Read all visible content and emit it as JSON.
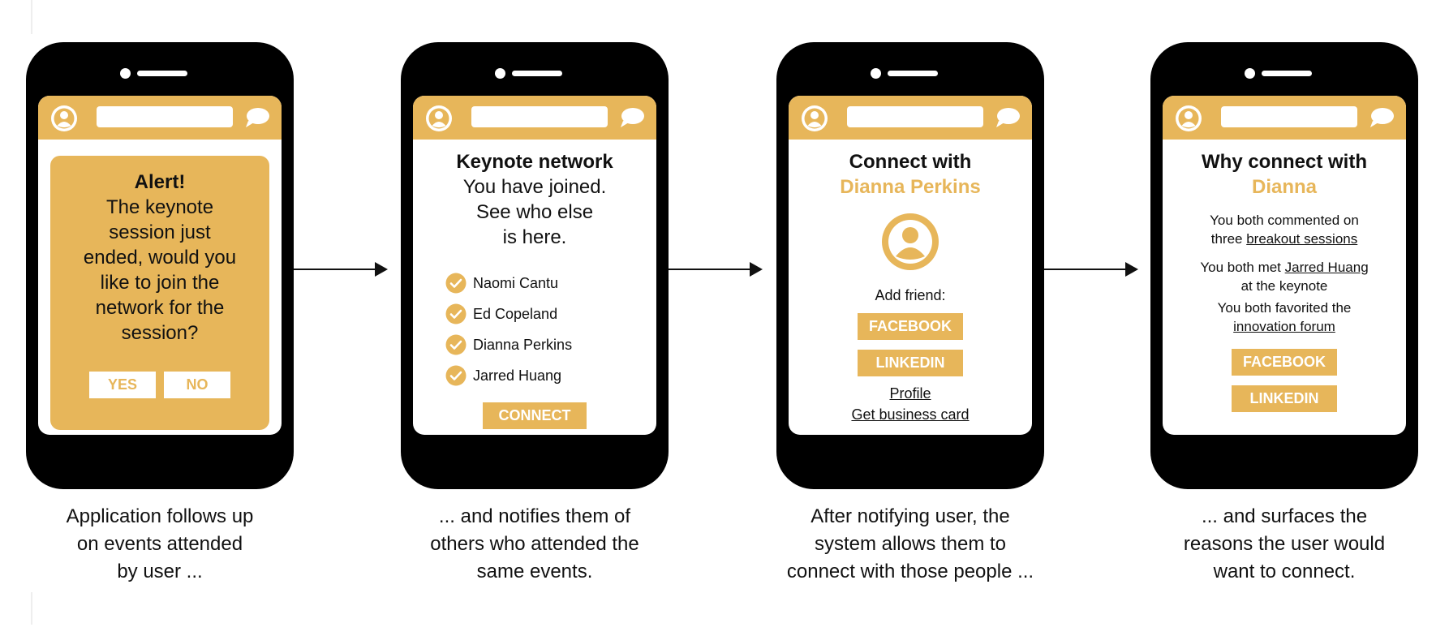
{
  "colors": {
    "accent": "#e7b65a",
    "frame": "#000000",
    "text": "#111111"
  },
  "icons": {
    "header_left": "user-avatar-icon",
    "header_right": "chat-bubble-icon",
    "list_item": "checkmark-circle-icon"
  },
  "phone1": {
    "alert_title": "Alert!",
    "alert_lines": [
      "The keynote",
      "session just",
      "ended, would you",
      "like to join the",
      "network for the",
      "session?"
    ],
    "yes_label": "YES",
    "no_label": "NO"
  },
  "phone2": {
    "title": "Keynote network",
    "sub_lines": [
      "You have joined.",
      "See who else",
      "is here."
    ],
    "people": [
      "Naomi Cantu",
      "Ed Copeland",
      "Dianna Perkins",
      "Jarred Huang"
    ],
    "connect_label": "CONNECT"
  },
  "phone3": {
    "title": "Connect with",
    "name": "Dianna Perkins",
    "add_friend_label": "Add friend:",
    "facebook_label": "FACEBOOK",
    "linkedin_label": "LINKEDIN",
    "profile_link": "Profile",
    "business_card_link": "Get business card"
  },
  "phone4": {
    "title": "Why connect with",
    "name": "Dianna",
    "reason1": {
      "line1": "You both commented on",
      "line2_pre": "three ",
      "line2_link": "breakout sessions"
    },
    "reason2": {
      "line1_pre": "You both met ",
      "line1_link": "Jarred Huang",
      "line2": "at the keynote"
    },
    "reason3": {
      "line1": "You both favorited the",
      "line2_link": "innovation forum"
    },
    "facebook_label": "FACEBOOK",
    "linkedin_label": "LINKEDIN"
  },
  "captions": [
    [
      "Application follows up",
      "on events attended",
      "by user ..."
    ],
    [
      "... and notifies them of",
      "others who attended the",
      "same events."
    ],
    [
      "After notifying user, the",
      "system allows them to",
      "connect with those people ..."
    ],
    [
      "... and surfaces the",
      "reasons the user would",
      "want to connect."
    ]
  ]
}
